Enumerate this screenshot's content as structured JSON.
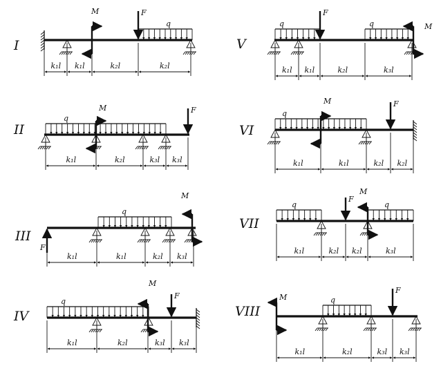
{
  "panels": [
    {
      "roman": "I",
      "force_labels": {
        "M": "M",
        "F": "F",
        "q": "q"
      },
      "dims": [
        "k₁l",
        "k₁l",
        "k₂l",
        "k₂l"
      ]
    },
    {
      "roman": "II",
      "force_labels": {
        "M": "M",
        "F": "F",
        "q": "q"
      },
      "dims": [
        "k₁l",
        "k₂l",
        "k₃l",
        "k₃l"
      ]
    },
    {
      "roman": "III",
      "force_labels": {
        "M": "M",
        "F": "F",
        "q": "q"
      },
      "dims": [
        "k₁l",
        "k₁l",
        "k₂l",
        "k₃l"
      ]
    },
    {
      "roman": "IV",
      "force_labels": {
        "M": "M",
        "F": "F",
        "q": "q"
      },
      "dims": [
        "k₁l",
        "k₂l",
        "k₃l",
        "k₃l"
      ]
    },
    {
      "roman": "V",
      "force_labels": {
        "M": "M",
        "F": "F",
        "q": "q",
        "q2": "q"
      },
      "dims": [
        "k₁l",
        "k₁l",
        "k₂l",
        "k₃l"
      ]
    },
    {
      "roman": "VI",
      "force_labels": {
        "M": "M",
        "F": "F",
        "q": "q"
      },
      "dims": [
        "k₁l",
        "k₁l",
        "k₂l",
        "k₂l"
      ]
    },
    {
      "roman": "VII",
      "force_labels": {
        "M": "M",
        "F": "F",
        "q": "q",
        "q2": "q"
      },
      "dims": [
        "k₁l",
        "k₂l",
        "k₂l",
        "k₃l"
      ]
    },
    {
      "roman": "VIII",
      "force_labels": {
        "M": "M",
        "F": "F",
        "q": "q"
      },
      "dims": [
        "k₁l",
        "k₂l",
        "k₃l",
        "k₃l"
      ]
    }
  ]
}
